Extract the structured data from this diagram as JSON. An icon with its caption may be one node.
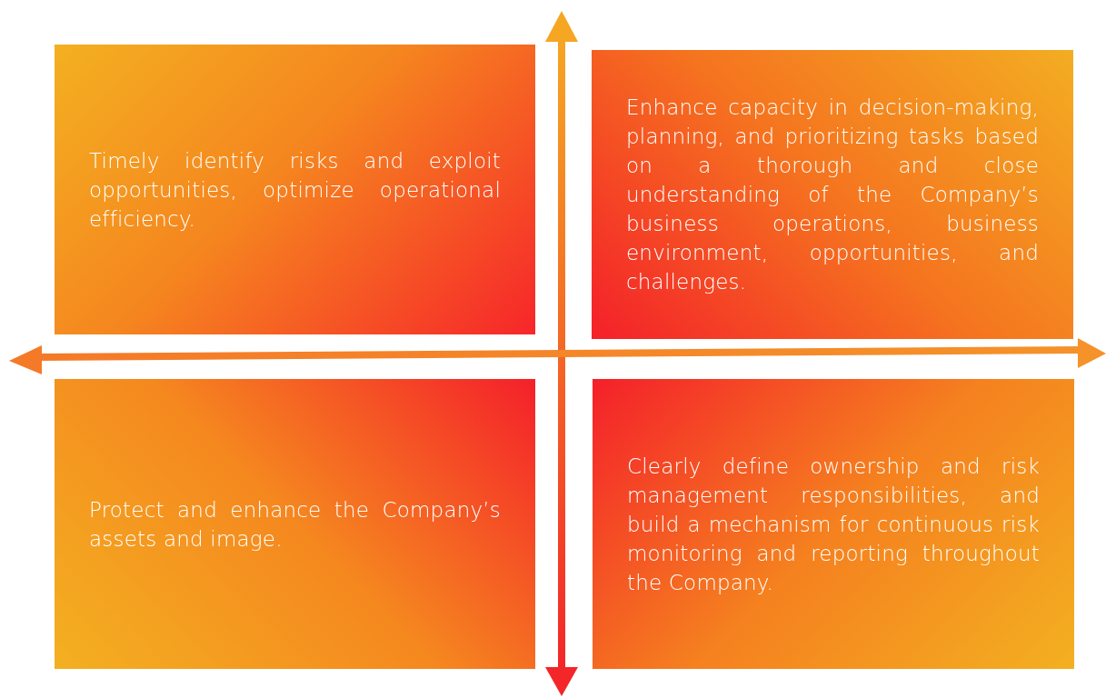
{
  "diagram": {
    "nodes": [
      {
        "text": [
          "Timely identify risks and exploit opportunities, optimize operational efficiency."
        ]
      },
      {
        "text": [
          "Enhance capacity in decision-making, planning, and prioritizing tasks based on a thorough and close understanding of the Company’s business operations, business environment, opportunities, and challenges."
        ]
      },
      {
        "text": [
          "Protect and enhance the Company’s assets and image."
        ]
      },
      {
        "text": [
          "Clearly define ownership and risk management responsibilities, and build a mechanism for continuous risk monitoring and reporting throughout the Company."
        ]
      }
    ]
  }
}
